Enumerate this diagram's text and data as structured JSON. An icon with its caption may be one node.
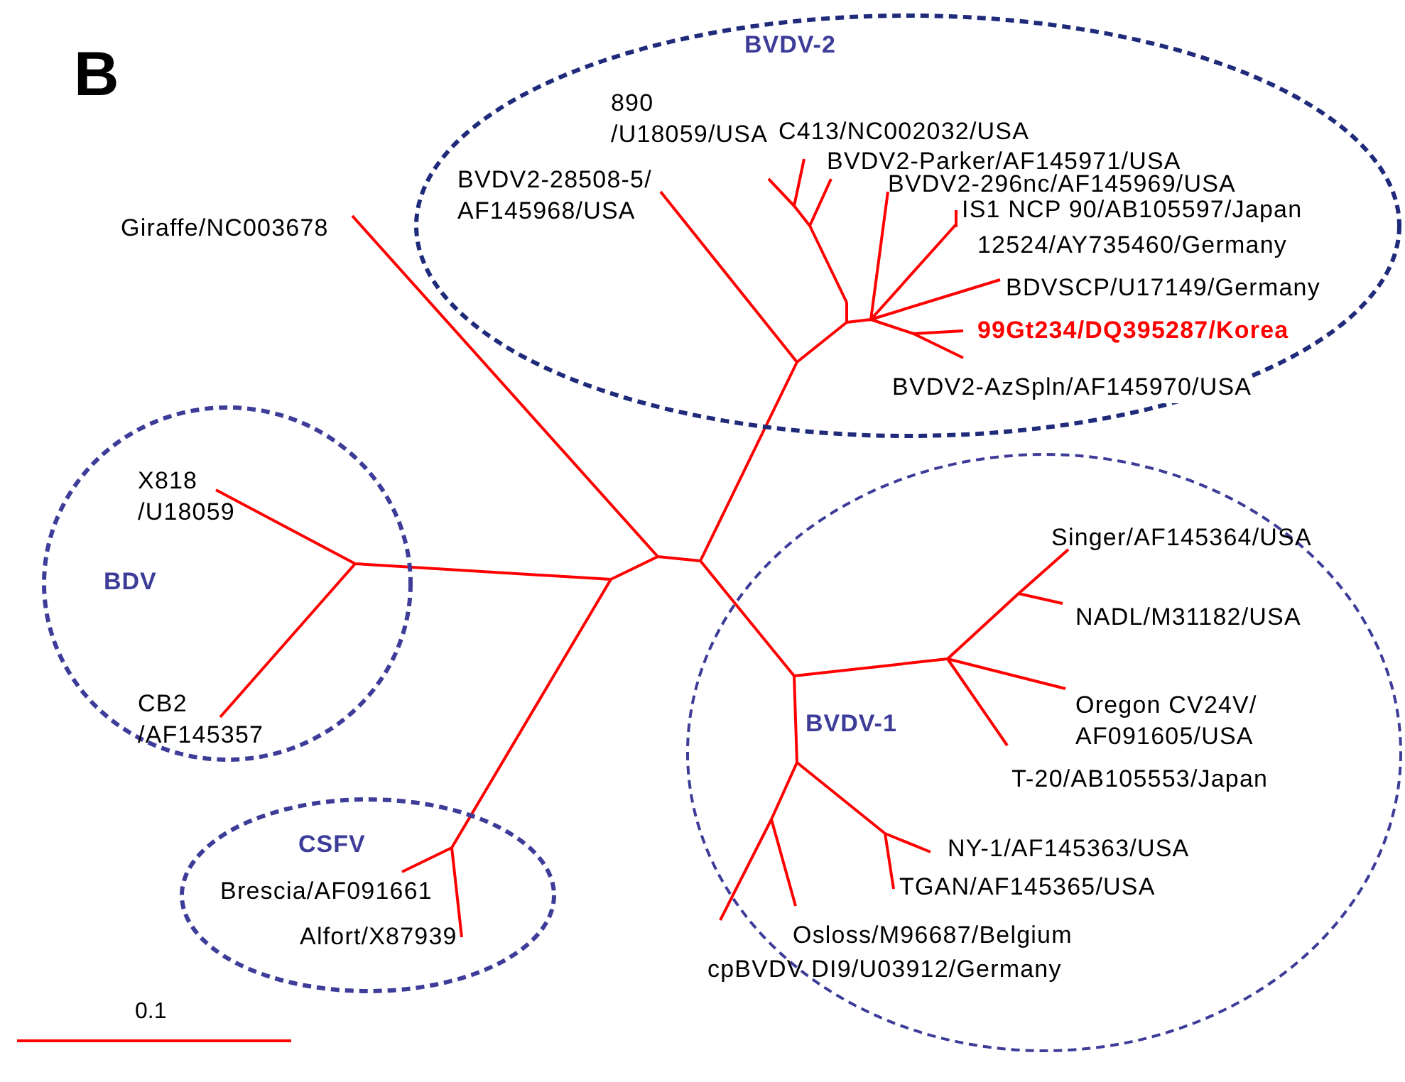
{
  "diagram": {
    "nodes": [
      {
        "text": [
          "BVDV-2"
        ]
      },
      {
        "text": [
          "890 /U18059/USA"
        ],
        "in": 0
      },
      {
        "text": [
          "C413/NC002032/USA"
        ],
        "in": 0
      },
      {
        "text": [
          "BVDV2-Parker/AF145971/USA"
        ],
        "in": 0
      },
      {
        "text": [
          "BVDV2-28508-5/ AF145968/USA"
        ],
        "in": 0
      },
      {
        "text": [
          "BVDV2-296nc/AF145969/USA"
        ],
        "in": 0
      },
      {
        "text": [
          "IS1 NCP 90/AB105597/Japan"
        ],
        "in": 0
      },
      {
        "text": [
          "12524/AY735460/Germany"
        ],
        "in": 0
      },
      {
        "text": [
          "BDVSCP/U17149/Germany"
        ],
        "in": 0
      },
      {
        "text": [
          "99Gt234/DQ395287/Korea"
        ],
        "in": 0
      },
      {
        "text": [
          "BVDV2-AzSpln/AF145970/USA"
        ],
        "in": 0
      },
      {
        "text": [
          "Giraffe/NC003678"
        ]
      },
      {
        "text": [
          "BDV"
        ]
      },
      {
        "text": [
          "X818 /U18059"
        ],
        "in": 12
      },
      {
        "text": [
          "CB2 /AF145357"
        ],
        "in": 12
      },
      {
        "text": [
          "BVDV-1"
        ]
      },
      {
        "text": [
          "Singer/AF145364/USA"
        ],
        "in": 15
      },
      {
        "text": [
          "NADL/M31182/USA"
        ],
        "in": 15
      },
      {
        "text": [
          "Oregon CV24V/ AF091605/USA"
        ],
        "in": 15
      },
      {
        "text": [
          "T-20/AB105553/Japan"
        ],
        "in": 15
      },
      {
        "text": [
          "NY-1/AF145363/USA"
        ],
        "in": 15
      },
      {
        "text": [
          "TGAN/AF145365/USA"
        ],
        "in": 15
      },
      {
        "text": [
          "Osloss/M96687/Belgium"
        ],
        "in": 15
      },
      {
        "text": [
          "cpBVDV DI9/U03912/Germany"
        ],
        "in": 15
      },
      {
        "text": [
          "CSFV"
        ]
      },
      {
        "text": [
          "Brescia/AF091661"
        ],
        "in": 24
      },
      {
        "text": [
          "Alfort/X87939"
        ],
        "in": 24
      }
    ],
    "edges": [],
    "labels": [
      "B",
      "0.1"
    ]
  }
}
